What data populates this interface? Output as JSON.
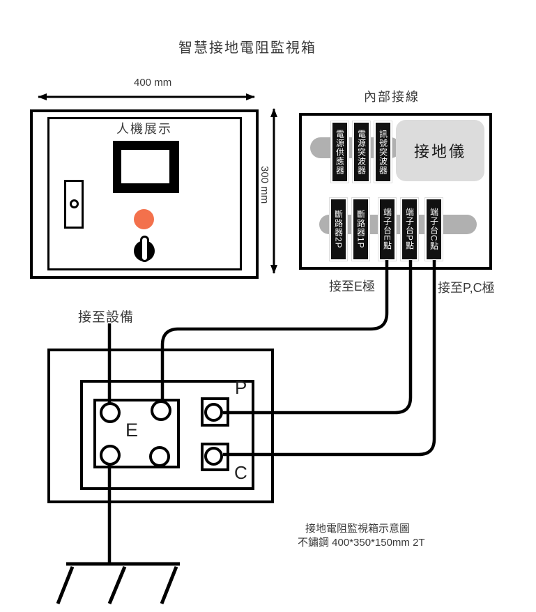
{
  "title": "智慧接地電阻監視箱",
  "panel": {
    "hmi_label": "人機展示",
    "width_dim": "400 mm",
    "height_dim": "300 mm"
  },
  "internal_box": {
    "title": "內部接線",
    "top_modules": [
      "電源供應器",
      "電源突波器",
      "訊號突波器"
    ],
    "meter_label": "接地儀",
    "bottom_modules": [
      "斷路器2P",
      "斷路器1P",
      "端子台E點",
      "端子台P點",
      "端子台C點"
    ]
  },
  "wire_labels": {
    "to_e": "接至E極",
    "to_pc": "接至P,C極",
    "to_equipment": "接至設備"
  },
  "equipment_box": {
    "e_label": "E",
    "p_label": "P",
    "c_label": "C"
  },
  "note": {
    "line1": "接地電阻監視箱示意圖",
    "line2": "不鏽鋼 400*350*150mm 2T"
  },
  "colors": {
    "line": "#000000",
    "indicator_lamp": "#f3714c",
    "din_rail": "#b0b0b0",
    "meter_bg": "#dcdcdc",
    "module_bg": "#111111",
    "module_text": "#ffffff",
    "text": "#3a3a3a"
  }
}
